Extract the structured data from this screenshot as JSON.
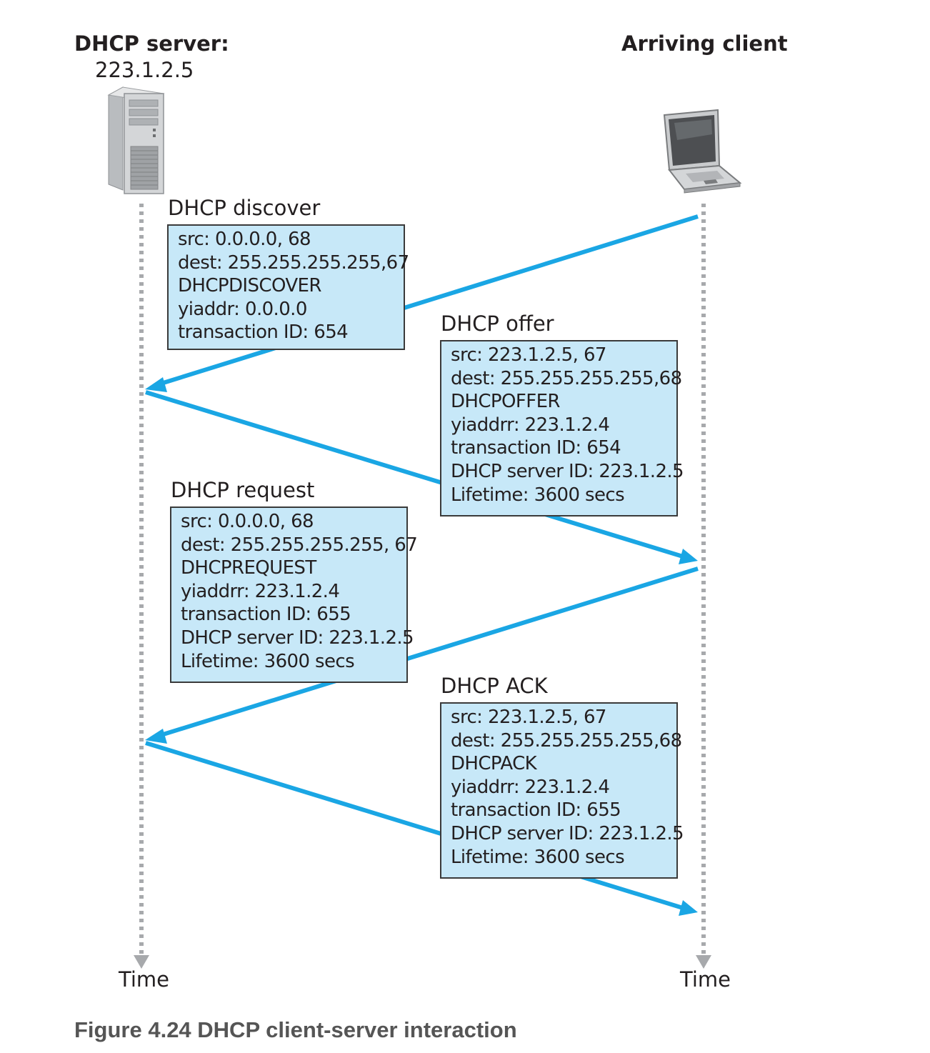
{
  "server": {
    "title": "DHCP server:",
    "address": "223.1.2.5",
    "icon": "server-tower-icon"
  },
  "client": {
    "title": "Arriving client",
    "icon": "laptop-icon"
  },
  "messages": {
    "discover": {
      "title": "DHCP discover",
      "lines": [
        "src: 0.0.0.0, 68",
        "dest: 255.255.255.255,67",
        "DHCPDISCOVER",
        "yiaddr: 0.0.0.0",
        "transaction ID: 654"
      ]
    },
    "offer": {
      "title": "DHCP offer",
      "lines": [
        "src: 223.1.2.5, 67",
        "dest: 255.255.255.255,68",
        "DHCPOFFER",
        "yiaddrr: 223.1.2.4",
        "transaction ID: 654",
        "DHCP server ID: 223.1.2.5",
        "Lifetime: 3600 secs"
      ]
    },
    "request": {
      "title": "DHCP request",
      "lines": [
        "src: 0.0.0.0, 68",
        "dest: 255.255.255.255, 67",
        "DHCPREQUEST",
        "yiaddrr: 223.1.2.4",
        "transaction ID: 655",
        "DHCP server ID: 223.1.2.5",
        "Lifetime: 3600 secs"
      ]
    },
    "ack": {
      "title": "DHCP ACK",
      "lines": [
        "src: 223.1.2.5, 67",
        "dest: 255.255.255.255,68",
        "DHCPACK",
        "yiaddrr: 223.1.2.4",
        "transaction ID: 655",
        "DHCP server ID: 223.1.2.5",
        "Lifetime: 3600 secs"
      ]
    }
  },
  "timeline": {
    "server_label": "Time",
    "client_label": "Time"
  },
  "caption": "Figure 4.24 DHCP client-server interaction",
  "colors": {
    "arrow": "#1aa6e4",
    "box_fill": "#c7e8f8",
    "box_border": "#3a3a3a",
    "timeline": "#a7a9ac",
    "caption": "#555555"
  }
}
